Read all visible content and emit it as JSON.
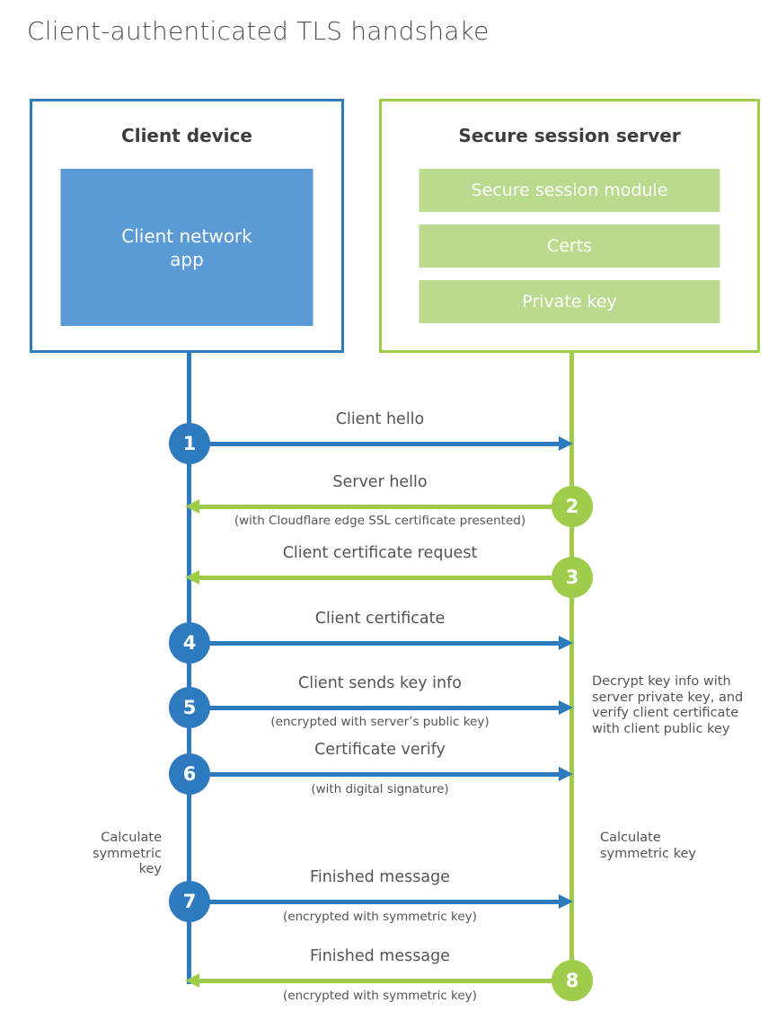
{
  "title": "Client-authenticated TLS handshake",
  "client": {
    "title": "Client device",
    "app_label": "Client network\napp"
  },
  "server": {
    "title": "Secure session server",
    "modules": [
      "Secure session module",
      "Certs",
      "Private key"
    ]
  },
  "messages": [
    {
      "num": "1",
      "from": "client",
      "direction": "right",
      "label": "Client hello",
      "subtitle": ""
    },
    {
      "num": "2",
      "from": "server",
      "direction": "left",
      "label": "Server hello",
      "subtitle": "(with Cloudflare edge SSL certificate presented)"
    },
    {
      "num": "3",
      "from": "server",
      "direction": "left",
      "label": "Client certificate request",
      "subtitle": ""
    },
    {
      "num": "4",
      "from": "client",
      "direction": "right",
      "label": "Client certificate",
      "subtitle": ""
    },
    {
      "num": "5",
      "from": "client",
      "direction": "right",
      "label": "Client sends key info",
      "subtitle": "(encrypted with server’s public key)"
    },
    {
      "num": "6",
      "from": "client",
      "direction": "right",
      "label": "Certificate verify",
      "subtitle": "(with digital signature)"
    },
    {
      "num": "7",
      "from": "client",
      "direction": "right",
      "label": "Finished message",
      "subtitle": "(encrypted with symmetric key)"
    },
    {
      "num": "8",
      "from": "server",
      "direction": "left",
      "label": "Finished message",
      "subtitle": "(encrypted with symmetric key)"
    }
  ],
  "annotations": {
    "decrypt_note": "Decrypt key info with\nserver private key, and\nverify client certificate\nwith client public key",
    "calc_left": "Calculate\nsymmetric key",
    "calc_right": "Calculate\nsymmetric key"
  },
  "colors": {
    "blue": "#2e7abe",
    "blue-fill": "#5b9bd5",
    "green": "#a0cc4c",
    "green-fill": "#bada8d",
    "text-title": "#4f4f4f",
    "text-dark": "#3d3d3d",
    "text-label": "#545454"
  }
}
